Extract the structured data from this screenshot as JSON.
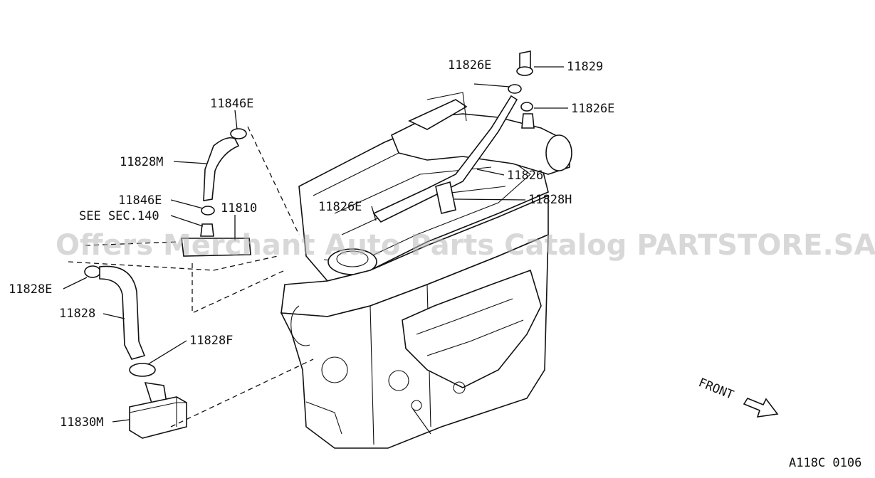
{
  "callouts": [
    {
      "id": "c1",
      "text": "11846E"
    },
    {
      "id": "c2",
      "text": "11828M"
    },
    {
      "id": "c3",
      "text": "11846E"
    },
    {
      "id": "c4",
      "text": "SEE SEC.140"
    },
    {
      "id": "c5",
      "text": "11810"
    },
    {
      "id": "c6",
      "text": "11828E"
    },
    {
      "id": "c7",
      "text": "11828"
    },
    {
      "id": "c8",
      "text": "11828F"
    },
    {
      "id": "c9",
      "text": "11830M"
    },
    {
      "id": "c10",
      "text": "11826E"
    },
    {
      "id": "c11",
      "text": "11829"
    },
    {
      "id": "c12",
      "text": "11826E"
    },
    {
      "id": "c13",
      "text": "11826"
    },
    {
      "id": "c14",
      "text": "11826E"
    },
    {
      "id": "c15",
      "text": "11828H"
    }
  ],
  "direction_label": "FRONT",
  "drawing_code": "A118C 0106",
  "watermark": "Offers Merchant Auto Parts Catalog PARTSTORE.SA"
}
